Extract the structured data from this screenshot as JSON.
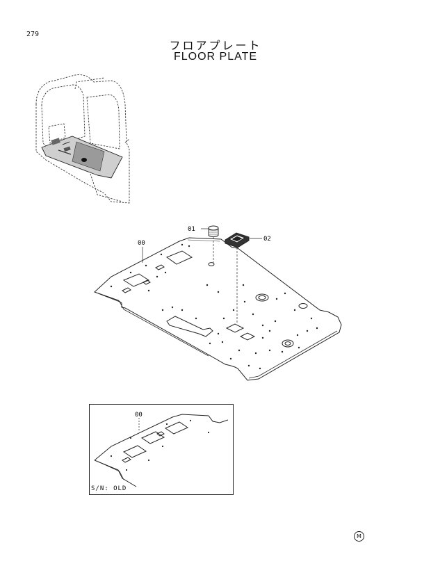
{
  "header": {
    "page_number": "279",
    "title_jp": "フロアプレート",
    "title_en": "FLOOR PLATE"
  },
  "callouts": {
    "part_00": "00",
    "part_01": "01",
    "part_02": "02",
    "inset_part_00": "00"
  },
  "inset": {
    "label": "S/N: OLD"
  },
  "footer": {
    "mark": "M"
  }
}
